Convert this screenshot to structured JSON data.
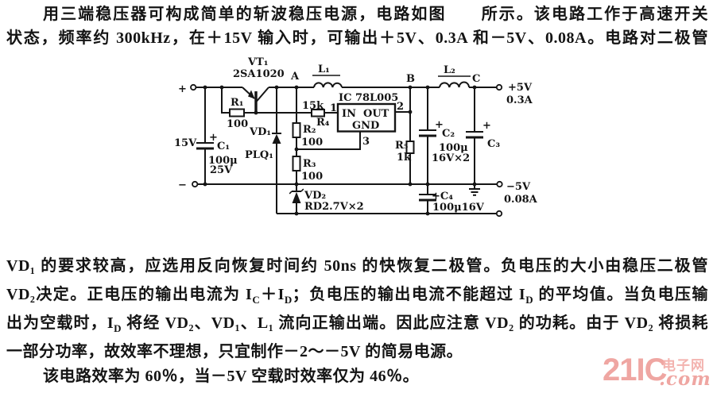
{
  "text": {
    "line1": "用三端稳压器可构成简单的斩波稳压电源，电路如图　　所示。该电路工作于高速开关",
    "line2": "状态，频率约 300kHz，在＋15V 输入时，可输出＋5V、0.3A 和－5V、0.08A。电路对二极管",
    "line3": "VD₁ 的要求较高，应选用反向恢复时间约 50ns 的快恢复二极管。负电压的大小由稳压二极管",
    "line4": {
      "s0": "VD₂决定。正电压的输出电流为 I",
      "sub1": "C",
      "s2": "＋I",
      "sub3": "D",
      "s4": "；负电压的输出电流不能超过 I",
      "sub5": "D",
      "s6": " 的平均值。当负电压输"
    },
    "line5": {
      "s0": "出为空载时，I",
      "sub1": "D",
      "s2": " 将经 VD₂、VD₁、L₁ 流向正输出端。因此应注意 VD₂ 的功耗。由于 VD₂ 将损耗"
    },
    "line6": "一部分功率，故效率不理想，只宜制作－2～－5V 的简易电源。",
    "line7": "该电路效率为 60％，当－5V 空载时效率仅为 46％。"
  },
  "circuit": {
    "input": {
      "plus": "+",
      "minus": "−",
      "voltage": "15V"
    },
    "vt1": {
      "ref": "VT₁",
      "type": "2SA1020"
    },
    "vd1": {
      "ref": "VD₁",
      "type": "PLQ₁"
    },
    "vd2": {
      "ref": "VD₂",
      "type": "RD2.7V×2"
    },
    "r1": {
      "ref": "R₁",
      "value": "100"
    },
    "r2": {
      "ref": "R₂",
      "value": "100"
    },
    "r3": {
      "ref": "R₃",
      "value": "100"
    },
    "r4": {
      "ref": "R₄",
      "value": "15k"
    },
    "r5": {
      "ref": "R₅",
      "value": "1k"
    },
    "c1": {
      "plus": "+",
      "ref": "C₁",
      "value1": "100μ",
      "value2": "25V"
    },
    "c2": {
      "plus": "+",
      "ref": "C₂",
      "value1": "100μ",
      "value2": "16V×2"
    },
    "c3": {
      "plus": "+",
      "ref": "C₃"
    },
    "c4": {
      "ref": "+C₄",
      "value": "100μ16V"
    },
    "l1": {
      "ref": "L₁"
    },
    "l2": {
      "ref": "L₂"
    },
    "ic": {
      "title": "IC  78L005",
      "pin_in": "IN",
      "pin_out": "OUT",
      "pin_gnd": "GND",
      "pin1": "1",
      "pin2": "2",
      "pin3": "3"
    },
    "nodes": {
      "a": "A",
      "b": "B",
      "c": "C"
    },
    "outputs": {
      "pos_v": "+5V",
      "pos_a": "0.3A",
      "neg_v": "−5V",
      "neg_a": "0.08A"
    }
  },
  "watermark": {
    "brand": "21IC",
    "suffix_cn": "电子网",
    "suffix_com": ".com",
    "color": "#efa6a2"
  }
}
